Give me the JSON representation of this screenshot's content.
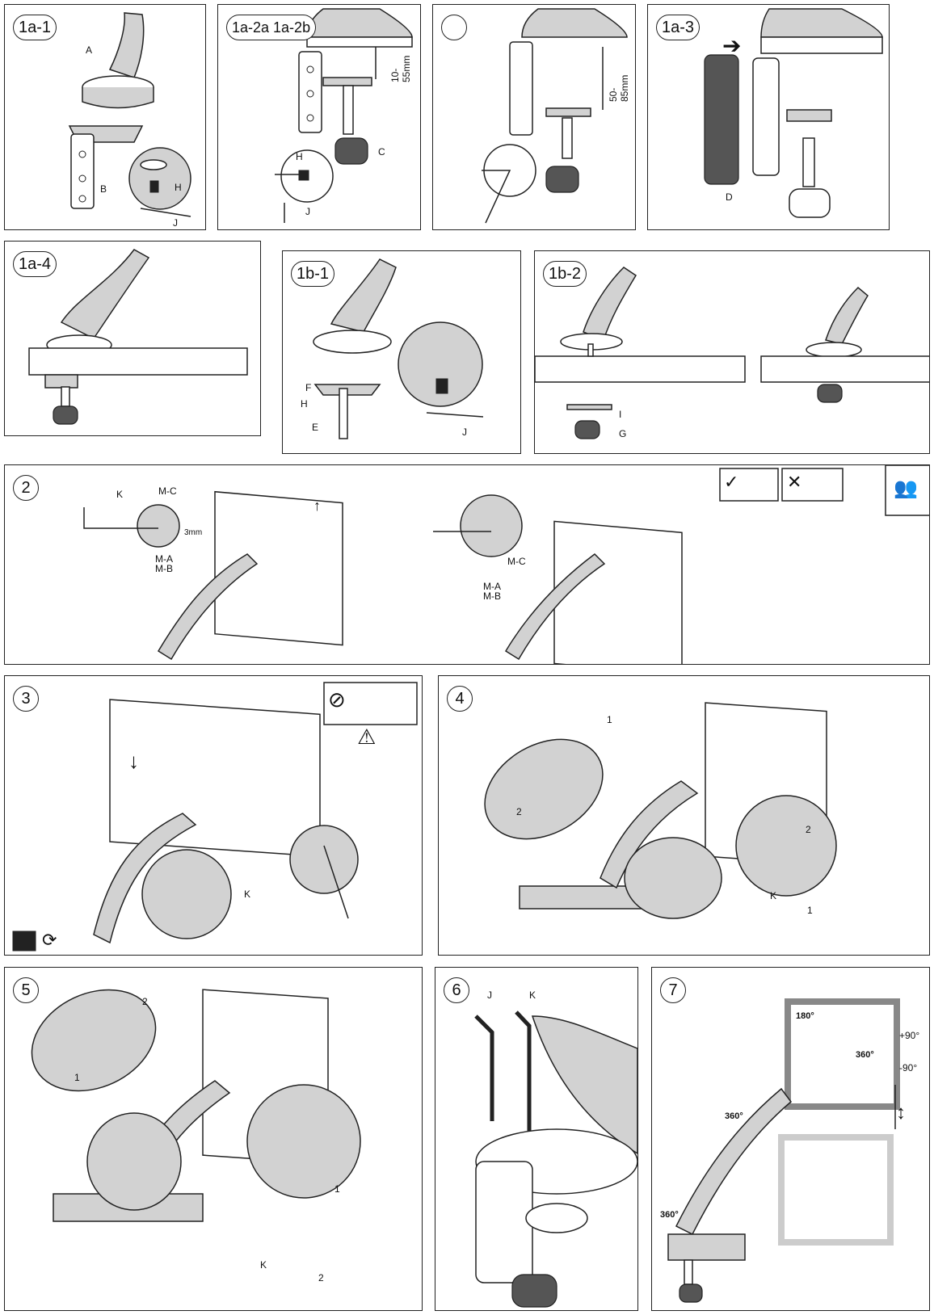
{
  "panels": {
    "p1a1": {
      "step": "1a-1"
    },
    "p1a2": {
      "step": "1a-2a 1a-2b",
      "dim": "10-55mm"
    },
    "p1a2c": {
      "step": "",
      "dim": "50-85mm"
    },
    "p1a3": {
      "step": "1a-3"
    },
    "p1a4": {
      "step": "1a-4"
    },
    "p1b1": {
      "step": "1b-1"
    },
    "p1b2": {
      "step": "1b-2"
    },
    "p2": {
      "step": "2",
      "gap": "3mm"
    },
    "p3": {
      "step": "3"
    },
    "p4": {
      "step": "4"
    },
    "p5": {
      "step": "5"
    },
    "p6": {
      "step": "6"
    },
    "p7": {
      "step": "7",
      "tilt_up": "+90°",
      "tilt_down": "-90°",
      "rot_180": "180°",
      "rot_360a": "360°",
      "rot_360b": "360°",
      "rot_360c": "360°"
    }
  },
  "part_labels": {
    "A": "A",
    "B": "B",
    "C": "C",
    "D": "D",
    "E": "E",
    "F": "F",
    "G": "G",
    "H": "H",
    "I": "I",
    "J": "J",
    "K": "K",
    "MA": "M-A",
    "MB": "M-B",
    "MC": "M-C",
    "n1": "1",
    "n2": "2"
  },
  "icons": [
    "rotate-arrow-icon",
    "hex-key-icon",
    "desk-clamp-icon",
    "monitor-icon",
    "two-person-lift-icon",
    "warning-triangle-icon",
    "prohibited-icon",
    "checkmark-icon",
    "cross-icon",
    "down-arrow-icon",
    "up-arrow-icon",
    "right-arrow-icon"
  ]
}
